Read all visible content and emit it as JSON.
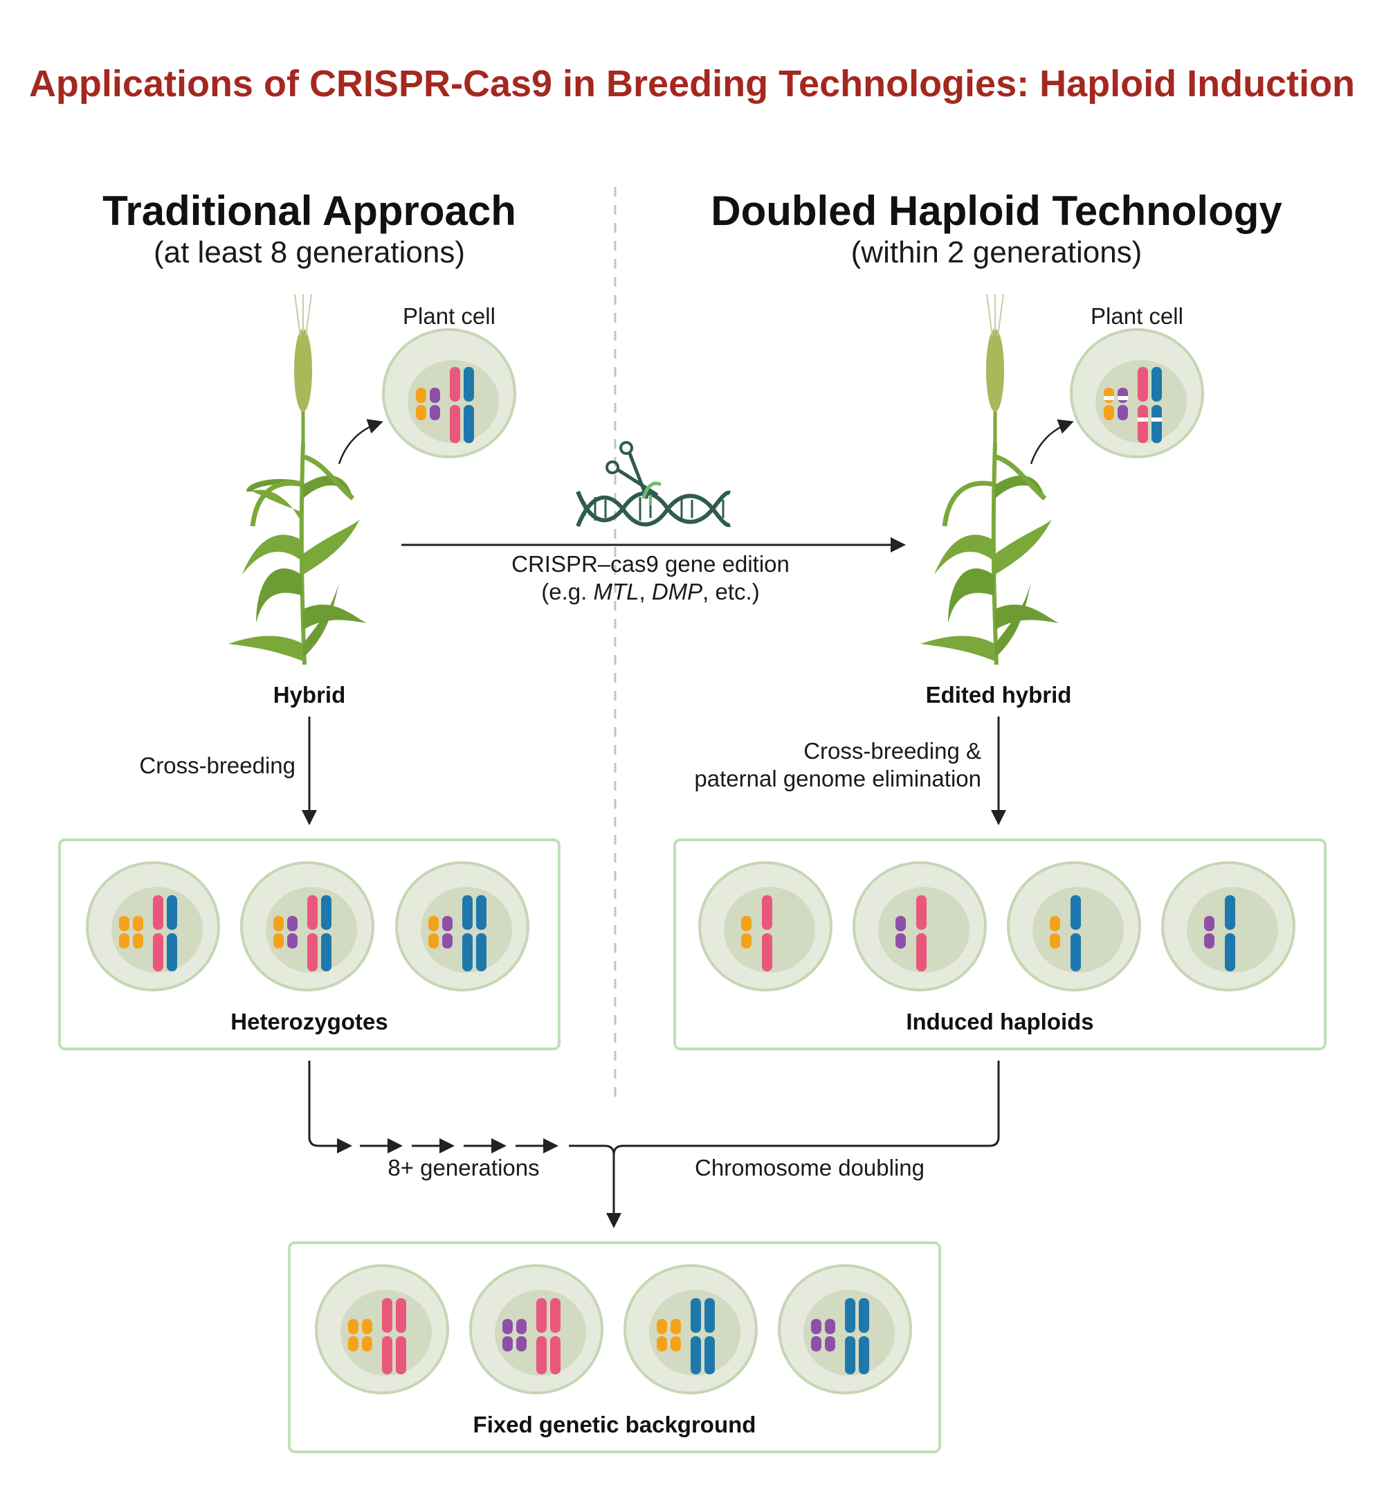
{
  "title": "Applications of CRISPR-Cas9 in Breeding Technologies: Haploid Induction",
  "left": {
    "heading": "Traditional Approach",
    "subheading": "(at least 8 generations)",
    "plant_cell_label": "Plant cell",
    "plant_label": "Hybrid",
    "step_label": "Cross-breeding",
    "box_label": "Heterozygotes",
    "generations_label": "8+ generations"
  },
  "right": {
    "heading": "Doubled Haploid Technology",
    "subheading": "(within 2 generations)",
    "plant_cell_label": "Plant cell",
    "plant_label": "Edited hybrid",
    "step_label_line1": "Cross-breeding &",
    "step_label_line2": "paternal genome elimination",
    "box_label": "Induced haploids",
    "doubling_label": "Chromosome doubling"
  },
  "middle": {
    "crispr_line1": "CRISPR–cas9 gene edition",
    "crispr_line2_prefix": "(e.g. ",
    "gene1": "MTL",
    "separator": ", ",
    "gene2": "DMP",
    "crispr_line2_suffix": ", etc.)"
  },
  "bottom": {
    "box_label": "Fixed genetic background"
  },
  "colors": {
    "title": "#a42820",
    "orange": "#f5a21b",
    "purple": "#8e4fa8",
    "pink": "#e9587c",
    "blue": "#1f78ac",
    "box_border": "#bfe0b5",
    "cell_outer": "#e6eadc",
    "cell_inner": "#d2dac2",
    "plant": "#6e9c34"
  },
  "icons": [
    "wheat-plant-icon",
    "scissors-icon",
    "dna-helix-icon",
    "chromosome-icon",
    "cell-icon"
  ]
}
